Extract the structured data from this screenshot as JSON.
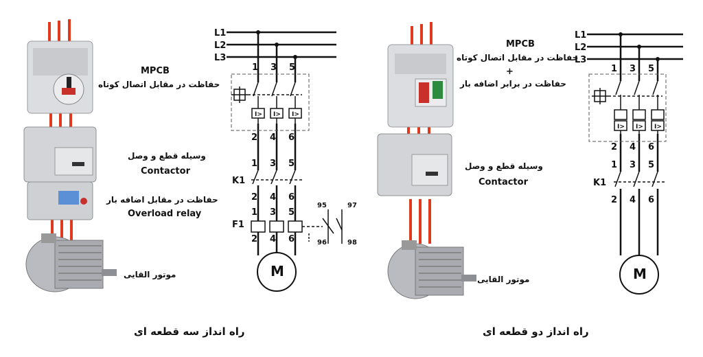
{
  "left": {
    "mpcb_label": "MPCB",
    "mpcb_desc": "حفاظت در مقابل اتصال کوتاه",
    "contactor_fa": "وسیله قطع و وصل",
    "contactor_en": "Contactor",
    "overload_fa": "حفاظت در مقابل اضافه بار",
    "overload_en": "Overload relay",
    "motor_fa": "موتور القایی",
    "caption": "راه انداز سه قطعه ای"
  },
  "right": {
    "mpcb_label": "MPCB",
    "mpcb_desc1": "حفاظت در مقابل اتصال کوتاه",
    "plus": "+",
    "mpcb_desc2": "حفاظت در برابر اضافه بار",
    "contactor_fa": "وسیله قطع و وصل",
    "contactor_en": "Contactor",
    "motor_fa": "موتور القایی",
    "caption": "راه انداز دو قطعه ای"
  },
  "schematic_left": {
    "lines": [
      "L1",
      "L2",
      "L3"
    ],
    "top_terms": [
      "1",
      "3",
      "5"
    ],
    "mid_terms": [
      "2",
      "4",
      "6"
    ],
    "k_terms_top": [
      "1",
      "3",
      "5"
    ],
    "k_terms_bot": [
      "2",
      "4",
      "6"
    ],
    "k_label": "K1",
    "f_terms_top": [
      "1",
      "3",
      "5"
    ],
    "f_terms_bot": [
      "2",
      "4",
      "6"
    ],
    "f_label": "F1",
    "aux": [
      "95",
      "97",
      "96",
      "98"
    ],
    "motor": "M"
  },
  "schematic_right": {
    "lines": [
      "L1",
      "L2",
      "L3"
    ],
    "top_terms": [
      "1",
      "3",
      "5"
    ],
    "mid_terms": [
      "2",
      "4",
      "6"
    ],
    "k_terms_top": [
      "1",
      "3",
      "5"
    ],
    "k_terms_bot": [
      "2",
      "4",
      "6"
    ],
    "k_label": "K1",
    "motor": "M"
  },
  "colors": {
    "wire": "#e03a1e",
    "line": "#111111",
    "device": "#d9dadc"
  }
}
